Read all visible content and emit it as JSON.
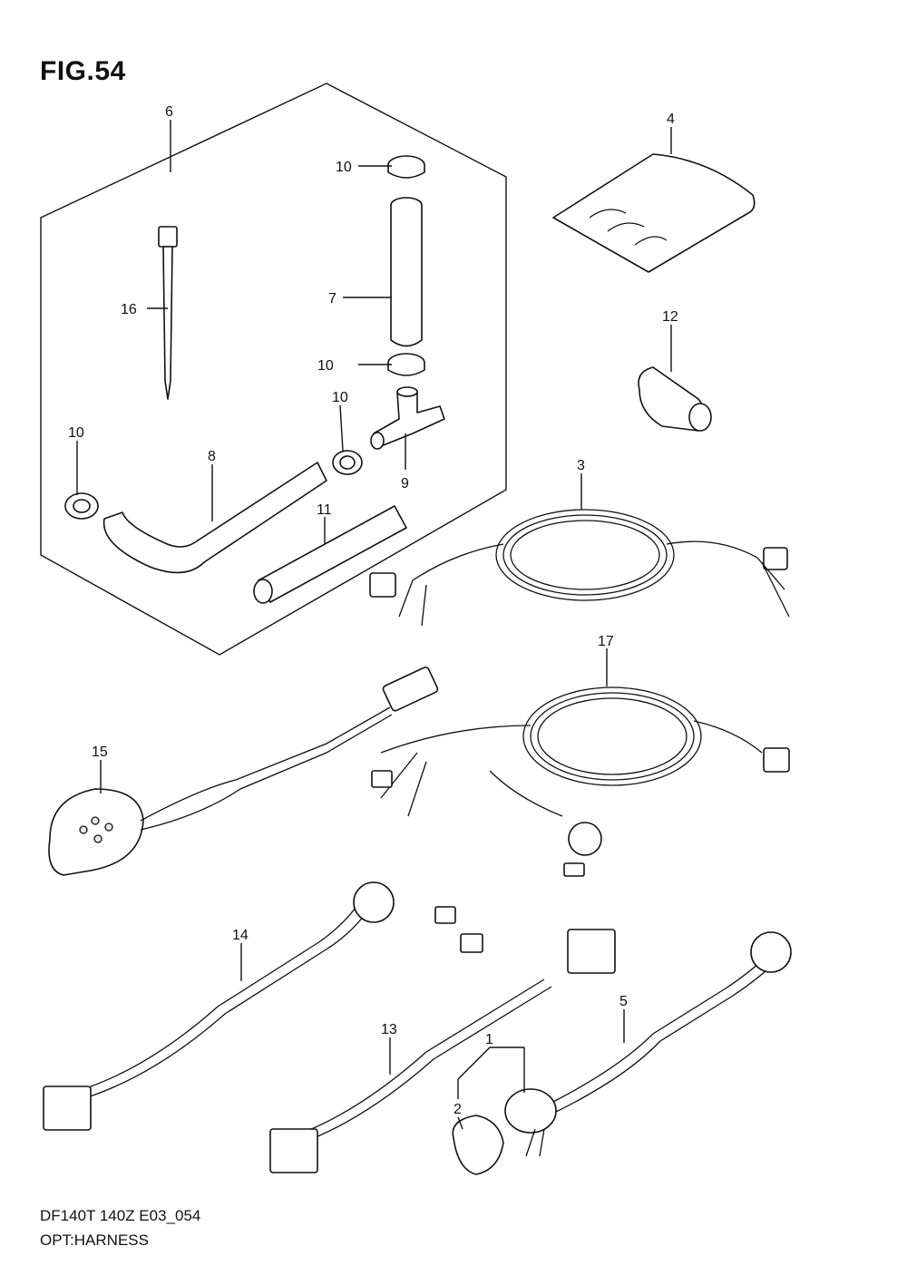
{
  "figure": {
    "title": "FIG.54",
    "code": "DF140T 140Z E03_054",
    "name": "OPT:HARNESS"
  },
  "callouts": [
    {
      "id": "c1",
      "label": "1"
    },
    {
      "id": "c2",
      "label": "2"
    },
    {
      "id": "c3",
      "label": "3"
    },
    {
      "id": "c4",
      "label": "4"
    },
    {
      "id": "c5",
      "label": "5"
    },
    {
      "id": "c6",
      "label": "6"
    },
    {
      "id": "c7",
      "label": "7"
    },
    {
      "id": "c8",
      "label": "8"
    },
    {
      "id": "c9",
      "label": "9"
    },
    {
      "id": "c10a",
      "label": "10"
    },
    {
      "id": "c10b",
      "label": "10"
    },
    {
      "id": "c10c",
      "label": "10"
    },
    {
      "id": "c10d",
      "label": "10"
    },
    {
      "id": "c11",
      "label": "11"
    },
    {
      "id": "c12",
      "label": "12"
    },
    {
      "id": "c13",
      "label": "13"
    },
    {
      "id": "c14",
      "label": "14"
    },
    {
      "id": "c15",
      "label": "15"
    },
    {
      "id": "c16",
      "label": "16"
    },
    {
      "id": "c17",
      "label": "17"
    }
  ]
}
